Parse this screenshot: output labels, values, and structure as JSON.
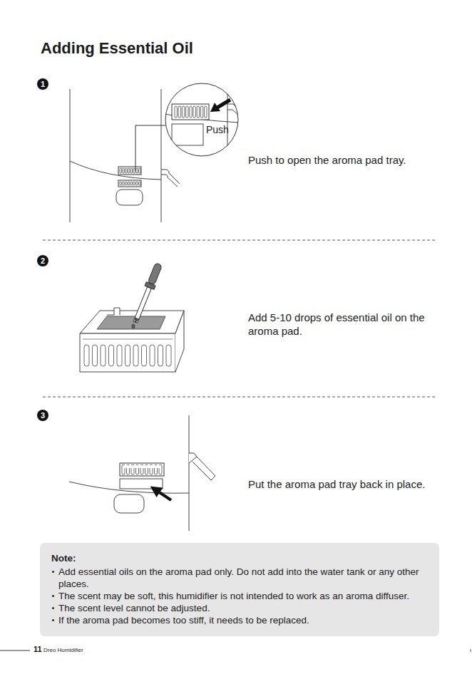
{
  "diagram": {
    "title": "Adding Essential Oil",
    "nodes": [
      {
        "text": [
          "Push"
        ]
      },
      {
        "text": [
          "Note:",
          "Add essential oils on the aroma pad only. Do not add into the water tank or any other places.",
          "The scent may be soft, this humidifier is not intended to work as an aroma diffuser.",
          "The scent level cannot be adjusted.",
          "If the aroma pad becomes too stiff, it needs to be replaced."
        ]
      }
    ],
    "labels": [
      "1",
      "Push to open the aroma pad tray.",
      "2",
      "Add 5-10 drops of essential oil on the aroma pad.",
      "3",
      "Put the aroma pad tray back in place.",
      "11",
      "Dreo Humidifier"
    ]
  }
}
